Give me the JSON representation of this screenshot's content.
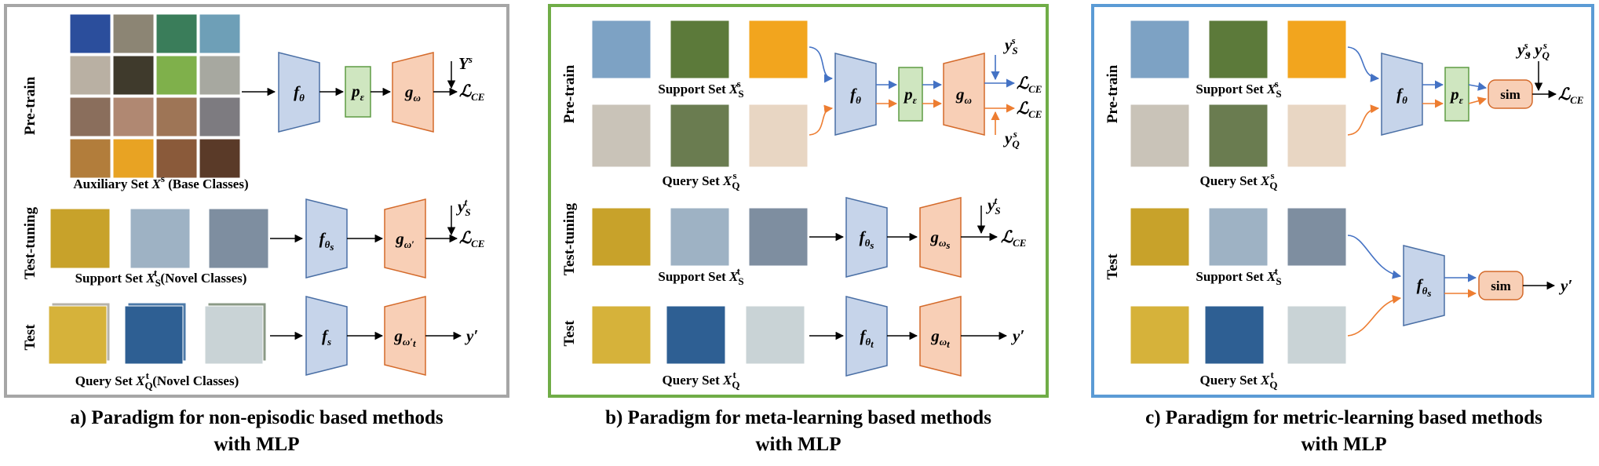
{
  "panels": [
    {
      "caption_line1": "a)  Paradigm for non-episodic based methods",
      "caption_line2": "with MLP",
      "border_color": "#a6a6a6",
      "rows": {
        "pretrain": "Pre-train",
        "testtuning": "Test-tuning",
        "test": "Test"
      },
      "set_labels": {
        "pretrain": "Auxiliary Set X^s (Base Classes)",
        "testtuning": "Support Set X_S^t (Novel Classes)",
        "test": "Query Set X_Q^t (Novel Classes)"
      },
      "blocks": {
        "pretrain": [
          "f_θ",
          "p_ε",
          "g_ω"
        ],
        "testtuning": [
          "f_θs",
          "g_ω′"
        ],
        "test": [
          "f_s",
          "g_ω′t"
        ]
      },
      "targets": {
        "pretrain": "Y^s",
        "testtuning": "y_S^t"
      },
      "outputs": {
        "pretrain": "ℒ_CE",
        "testtuning": "ℒ_CE",
        "test": "y′"
      }
    },
    {
      "caption_line1": "b) Paradigm for meta-learning based methods",
      "caption_line2": "with MLP",
      "border_color": "#70ad47",
      "rows": {
        "pretrain": "Pre-train",
        "testtuning": "Test-tuning",
        "test": "Test"
      },
      "set_labels": {
        "support": "Support Set X_S^s",
        "query": "Query Set X_Q^s",
        "testtuning": "Support Set X_S^t",
        "test": "Query Set X_Q^t"
      },
      "blocks": {
        "pretrain": [
          "f_θ",
          "p_ε",
          "g_ω"
        ],
        "testtuning": [
          "f_θs",
          "g_ωs"
        ],
        "test": [
          "f_θt",
          "g_ωt"
        ]
      },
      "targets": {
        "pretrain_s": "y_S^s",
        "pretrain_q": "y_Q^s",
        "testtuning": "y_S^t"
      },
      "outputs": {
        "pretrain_s": "ℒ_CE",
        "pretrain_q": "ℒ_CE",
        "testtuning": "ℒ_CE",
        "test": "y′"
      }
    },
    {
      "caption_line1": "c) Paradigm for metric-learning based methods",
      "caption_line2": "with MLP",
      "border_color": "#5b9bd5",
      "rows": {
        "pretrain": "Pre-train",
        "test": "Test"
      },
      "set_labels": {
        "support": "Support Set X_S^s",
        "query": "Query Set X_Q^s",
        "test_support": "Support Set X_S^t",
        "test_query": "Query Set X_Q^t"
      },
      "blocks": {
        "pretrain": [
          "f_θ",
          "p_ε",
          "sim"
        ],
        "test": [
          "f_θs",
          "sim"
        ]
      },
      "targets": {
        "pretrain": "y_S^s, y_Q^s"
      },
      "outputs": {
        "pretrain": "ℒ_CE",
        "test": "y′"
      }
    }
  ],
  "colors": {
    "encoder": "#c6d4ea",
    "decoder": "#f8cfb6",
    "projector": "#cfe6c0",
    "support_arrow": "#4472c4",
    "query_arrow": "#ed7d31"
  },
  "labels_text": {
    "p0_aux": "Auxiliary Set ",
    "p0_aux_tail": " (Base Classes)",
    "p0_sup": "Support Set ",
    "p0_sup_tail": " (Novel Classes)",
    "p0_q": "Query Set ",
    "p0_q_tail": " (Novel Classes)",
    "support": "Support Set ",
    "query": "Query Set ",
    "sim": "sim"
  },
  "math": {
    "f": "f",
    "p": "p",
    "g": "g",
    "X": "X",
    "Y": "Y",
    "y": "y",
    "L": "ℒ",
    "yprime": "y′",
    "sub_theta": "θ",
    "sub_eps": "ε",
    "sub_omega": "ω",
    "sub_CE": "CE",
    "sup_s": "s",
    "sup_t": "t",
    "sub_S": "S",
    "sub_Q": "Q",
    "sub_thetas": "θ",
    "sub_s": "s",
    "sub_t": "t",
    "omega_prime": "ω′",
    "comma": ", "
  }
}
